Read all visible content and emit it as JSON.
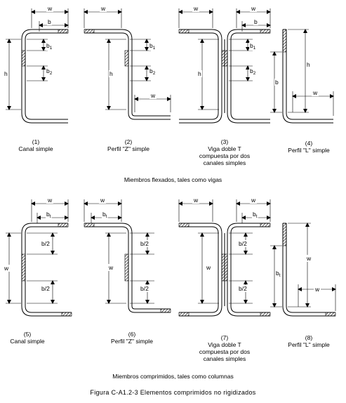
{
  "dims": {
    "w": "w",
    "b": "b",
    "b1": "b",
    "b1_sub": "1",
    "b2": "b",
    "b2_sub": "2",
    "h": "h",
    "half_b": "b/2",
    "bt": "b",
    "bt_sub": "t"
  },
  "top_captions": [
    {
      "num": "(1)",
      "lines": [
        "Canal simple"
      ]
    },
    {
      "num": "(2)",
      "lines": [
        "Perfil \"Z\" simple"
      ]
    },
    {
      "num": "(3)",
      "lines": [
        "Viga doble T",
        "compuesta por dos",
        "canales simples"
      ]
    },
    {
      "num": "(4)",
      "lines": [
        "Perfil \"L\" simple"
      ]
    }
  ],
  "bottom_captions": [
    {
      "num": "(5)",
      "lines": [
        "Canal simple"
      ]
    },
    {
      "num": "(6)",
      "lines": [
        "Perfil \"Z\" simple"
      ]
    },
    {
      "num": "(7)",
      "lines": [
        "Viga doble T",
        "compuesta por dos",
        "canales simples"
      ]
    },
    {
      "num": "(8)",
      "lines": [
        "Perfil \"L\" simple"
      ]
    }
  ],
  "section_top": "Miembros flexados, tales como vigas",
  "section_bottom": "Miembros comprimidos, tales como columnas",
  "figure_caption": "Figura C-A1.2-3  Elementos comprimidos no rigidizados",
  "colors": {
    "hatch": "#000000",
    "line": "#000000"
  }
}
